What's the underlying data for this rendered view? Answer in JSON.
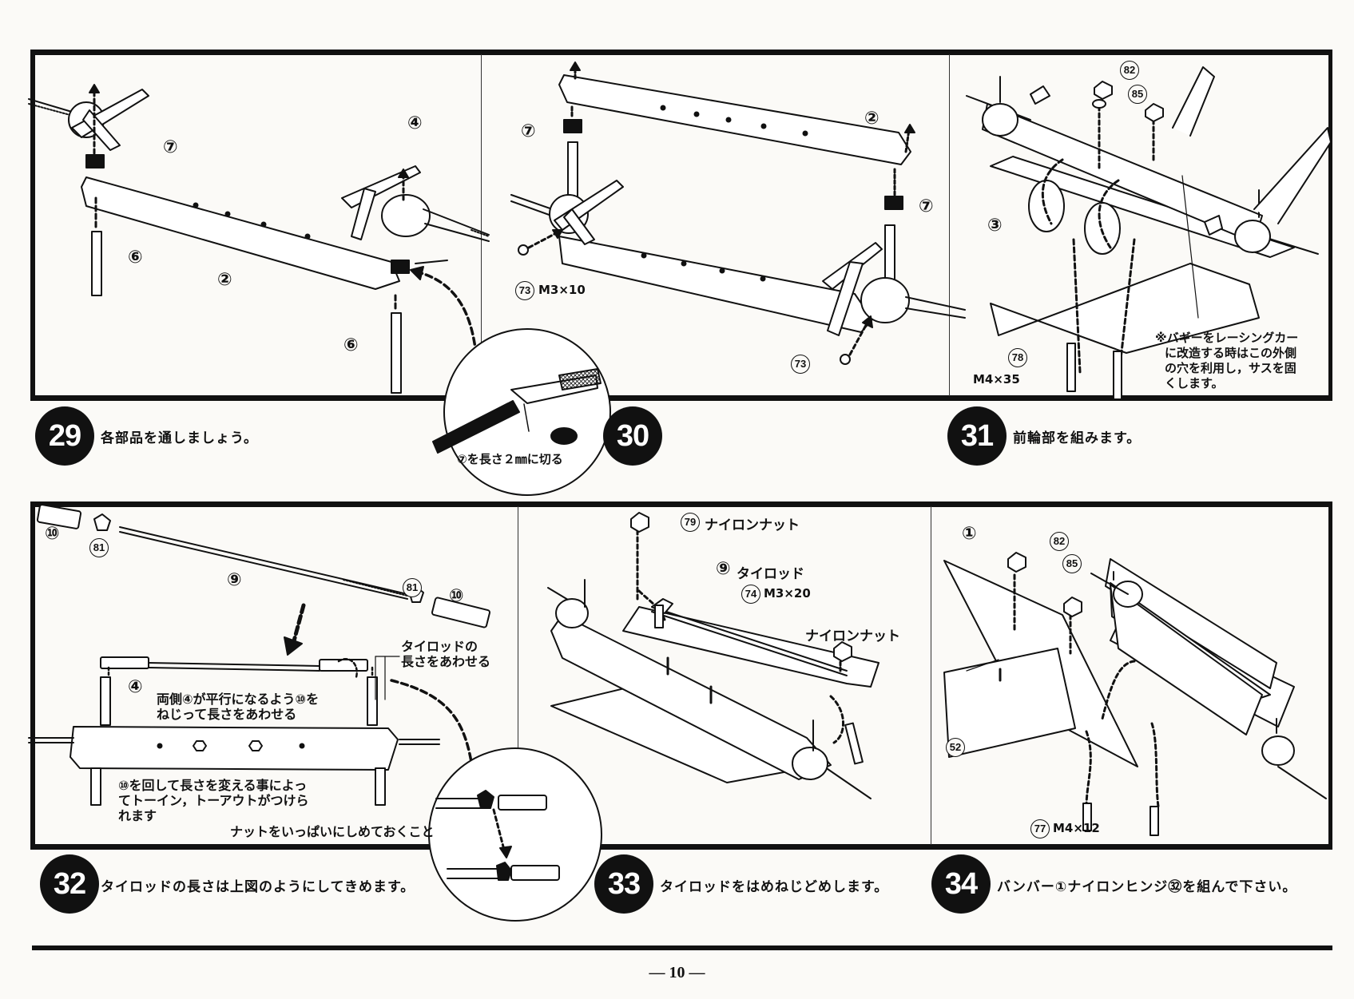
{
  "steps": {
    "s29": {
      "number": "29",
      "caption": "各部品を通しましょう。"
    },
    "s30": {
      "number": "30",
      "caption": ""
    },
    "s31": {
      "number": "31",
      "caption": "前輪部を組みます。"
    },
    "s32": {
      "number": "32",
      "caption": "タイロッドの長さは上図のようにしてきめます。"
    },
    "s33": {
      "number": "33",
      "caption": "タイロッドをはめねじどめします。"
    },
    "s34": {
      "number": "34",
      "caption": "バンバー①ナイロンヒンジ㉜を組んで下さい。"
    }
  },
  "part_labels": {
    "p29_7": "⑦",
    "p29_4": "④",
    "p29_6a": "⑥",
    "p29_2": "②",
    "p29_6b": "⑥",
    "p30_7a": "⑦",
    "p30_2": "②",
    "p30_7b": "⑦",
    "p30_73a": "73",
    "p30_73a_size": "M3×10",
    "p30_73b": "73",
    "p31_82": "82",
    "p31_85": "85",
    "p31_3": "③",
    "p31_78": "78",
    "p31_78_size": "M4×35",
    "p32_10a": "⑩",
    "p32_81a": "81",
    "p32_9": "⑨",
    "p32_81b": "81",
    "p32_10b": "⑩",
    "p32_4": "④",
    "p33_79": "79",
    "p33_79_text": "ナイロンナット",
    "p33_9": "⑨",
    "p33_9_text": "タイロッド",
    "p33_74": "74",
    "p33_74_size": "M3×20",
    "p33_nut_text": "ナイロンナット",
    "p34_1": "①",
    "p34_82": "82",
    "p34_85": "85",
    "p34_52": "52",
    "p34_77": "77",
    "p34_77_size": "M4×12"
  },
  "notes": {
    "cut_note": "⑦を長さ２㎜に切る",
    "race_note_1": "※バギーをレーシングカー",
    "race_note_2": "に改造する時はこの外側",
    "race_note_3": "の穴を利用し，サスを固",
    "race_note_4": "くします。",
    "tierod_len_1": "タイロッドの",
    "tierod_len_2": "長さをあわせる",
    "parallel_1": "両側④が平行になるよう⑩を",
    "parallel_2": "ねじって長さをあわせる",
    "toe_1": "⑩を回して長さを変える事によっ",
    "toe_2": "てトーイン，トーアウトがつけら",
    "toe_3": "れます",
    "nut_tight": "ナットをいっぱいにしめておくこと"
  },
  "page_number": "— 10 —"
}
